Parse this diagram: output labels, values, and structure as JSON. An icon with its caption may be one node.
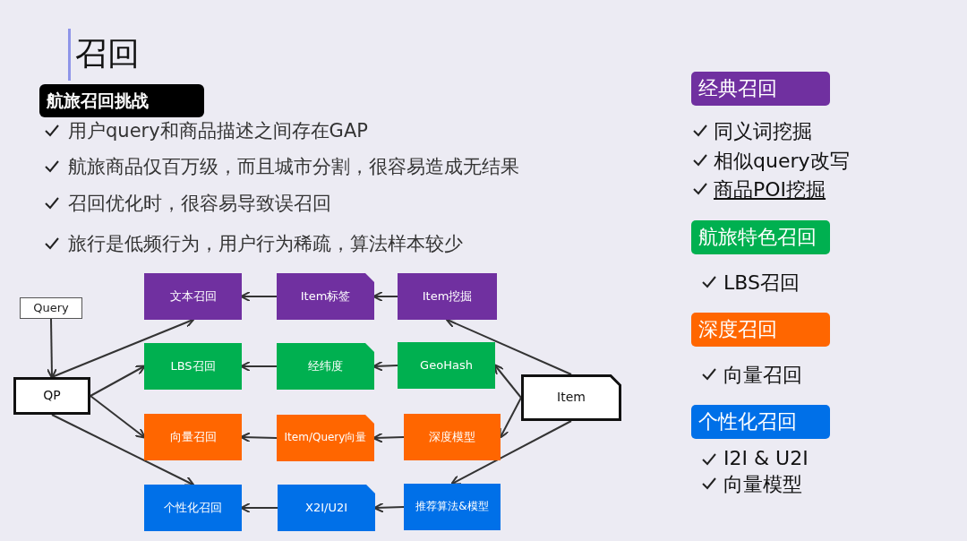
{
  "diagram": {
    "title": "召回",
    "nodes": [
      {
        "text": [
          "Query"
        ]
      },
      {
        "text": [
          "QP"
        ]
      },
      {
        "text": [
          "文本召回"
        ]
      },
      {
        "text": [
          "Item标签"
        ]
      },
      {
        "text": [
          "Item挖掘"
        ]
      },
      {
        "text": [
          "LBS召回"
        ]
      },
      {
        "text": [
          "经纬度"
        ]
      },
      {
        "text": [
          "GeoHash"
        ]
      },
      {
        "text": [
          "向量召回"
        ]
      },
      {
        "text": [
          "Item/Query向量"
        ]
      },
      {
        "text": [
          "深度模型"
        ]
      },
      {
        "text": [
          "个性化召回"
        ]
      },
      {
        "text": [
          "X2I/U2I"
        ]
      },
      {
        "text": [
          "推荐算法&模型"
        ]
      },
      {
        "text": [
          "Item"
        ]
      },
      {
        "text": [
          "航旅召回挑战"
        ]
      },
      {
        "text": [
          "经典召回"
        ]
      },
      {
        "text": [
          "航旅特色召回"
        ]
      },
      {
        "text": [
          "深度召回"
        ]
      },
      {
        "text": [
          "个性化召回"
        ]
      }
    ],
    "edges": [
      {
        "from": 0,
        "to": 1,
        "arrow": "to"
      },
      {
        "from": 1,
        "to": 2,
        "arrow": "to"
      },
      {
        "from": 1,
        "to": 5,
        "arrow": "to"
      },
      {
        "from": 1,
        "to": 8,
        "arrow": "to"
      },
      {
        "from": 1,
        "to": 11,
        "arrow": "to"
      },
      {
        "from": 4,
        "to": 3,
        "arrow": "to"
      },
      {
        "from": 3,
        "to": 2,
        "arrow": "to"
      },
      {
        "from": 7,
        "to": 6,
        "arrow": "to"
      },
      {
        "from": 6,
        "to": 5,
        "arrow": "to"
      },
      {
        "from": 10,
        "to": 9,
        "arrow": "to"
      },
      {
        "from": 9,
        "to": 8,
        "arrow": "to"
      },
      {
        "from": 13,
        "to": 12,
        "arrow": "to"
      },
      {
        "from": 12,
        "to": 11,
        "arrow": "to"
      },
      {
        "from": 14,
        "to": 4,
        "arrow": "to"
      },
      {
        "from": 14,
        "to": 7,
        "arrow": "to"
      },
      {
        "from": 14,
        "to": 10,
        "arrow": "to"
      },
      {
        "from": 14,
        "to": 13,
        "arrow": "to"
      }
    ],
    "labels": [
      "用户query和商品描述之间存在GAP",
      "航旅商品仅百万级，而且城市分割，很容易造成无结果",
      "召回优化时，很容易导致误召回",
      "旅行是低频行为，用户行为稀疏，算法样本较少",
      "同义词挖掘",
      "相似query改写",
      "商品POI挖掘",
      "LBS召回",
      "向量召回",
      "I2I & U2I",
      "向量模型"
    ]
  }
}
